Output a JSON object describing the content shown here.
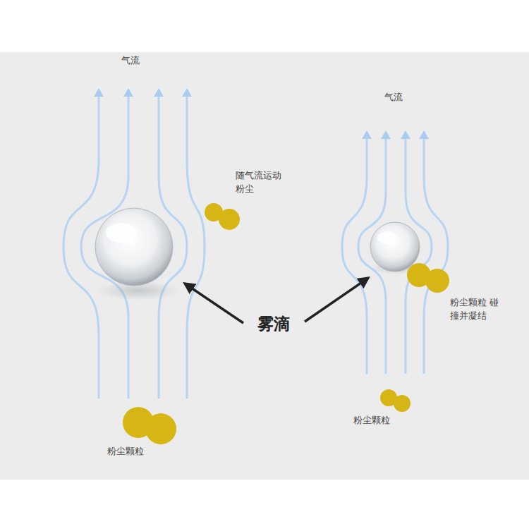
{
  "diagram": {
    "labels": [
      "气流",
      "随气流运动 粉尘",
      "气流",
      "雾滴",
      "粉尘颗粒 碰撞并凝结",
      "粉尘颗粒",
      "粉尘颗粒"
    ]
  }
}
